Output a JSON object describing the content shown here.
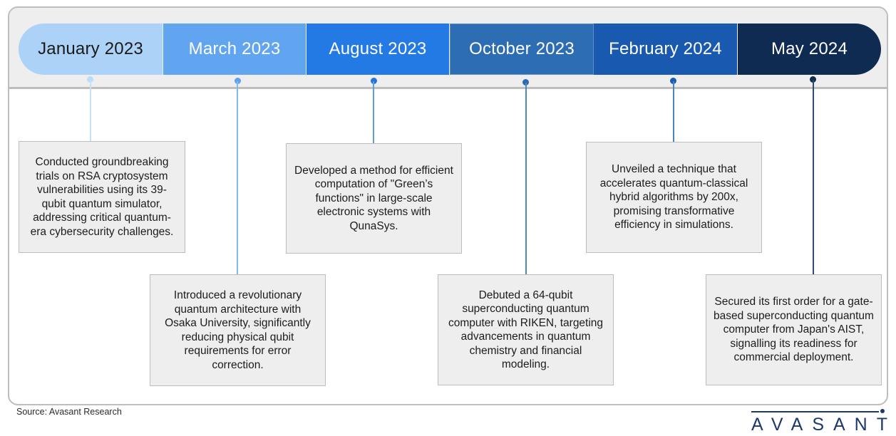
{
  "timeline": {
    "milestones": [
      {
        "date": "January 2023",
        "color": "#acd2f7",
        "text_color": "#1a1a1a",
        "dot_color": "#bcdcf6",
        "line_color": "#c5e2f5",
        "description": "Conducted groundbreaking trials on RSA cryptosystem vulnerabilities using its 39-qubit quantum simulator, addressing critical quantum-era cybersecurity challenges.",
        "position": "upper"
      },
      {
        "date": "March 2023",
        "color": "#61a4f0",
        "text_color": "#ffffff",
        "dot_color": "#5da2ef",
        "line_color": "#7fbbe8",
        "description": "Introduced a revolutionary quantum architecture with Osaka University, significantly reducing physical qubit requirements for error correction.",
        "position": "lower"
      },
      {
        "date": "August 2023",
        "color": "#247ae4",
        "text_color": "#ffffff",
        "dot_color": "#2474dc",
        "line_color": "#5a9ee0",
        "description": "Developed a method for efficient computation of \"Green’s functions\" in large-scale electronic systems with QunaSys.",
        "position": "upper"
      },
      {
        "date": "October 2023",
        "color": "#2d6db4",
        "text_color": "#ffffff",
        "dot_color": "#2a6ab4",
        "line_color": "#4f86c4",
        "description": "Debuted a 64-qubit superconducting quantum computer with RIKEN, targeting advancements in quantum chemistry and financial modeling.",
        "position": "lower"
      },
      {
        "date": "February 2024",
        "color": "#1959b0",
        "text_color": "#ffffff",
        "dot_color": "#1a5bb2",
        "line_color": "#4a82c2",
        "description": "Unveiled a technique that accelerates quantum-classical hybrid algorithms by 200x, promising transformative efficiency in simulations.",
        "position": "upper"
      },
      {
        "date": "May 2024",
        "color": "#0f2b52",
        "text_color": "#ffffff",
        "dot_color": "#0f2b52",
        "line_color": "#2c4a72",
        "description": "Secured its first order for a gate-based superconducting quantum computer from Japan's AIST, signalling its readiness for commercial deployment.",
        "position": "lower"
      }
    ]
  },
  "footer": {
    "source": "Source: Avasant Research",
    "logo_text": "AVASANT"
  }
}
